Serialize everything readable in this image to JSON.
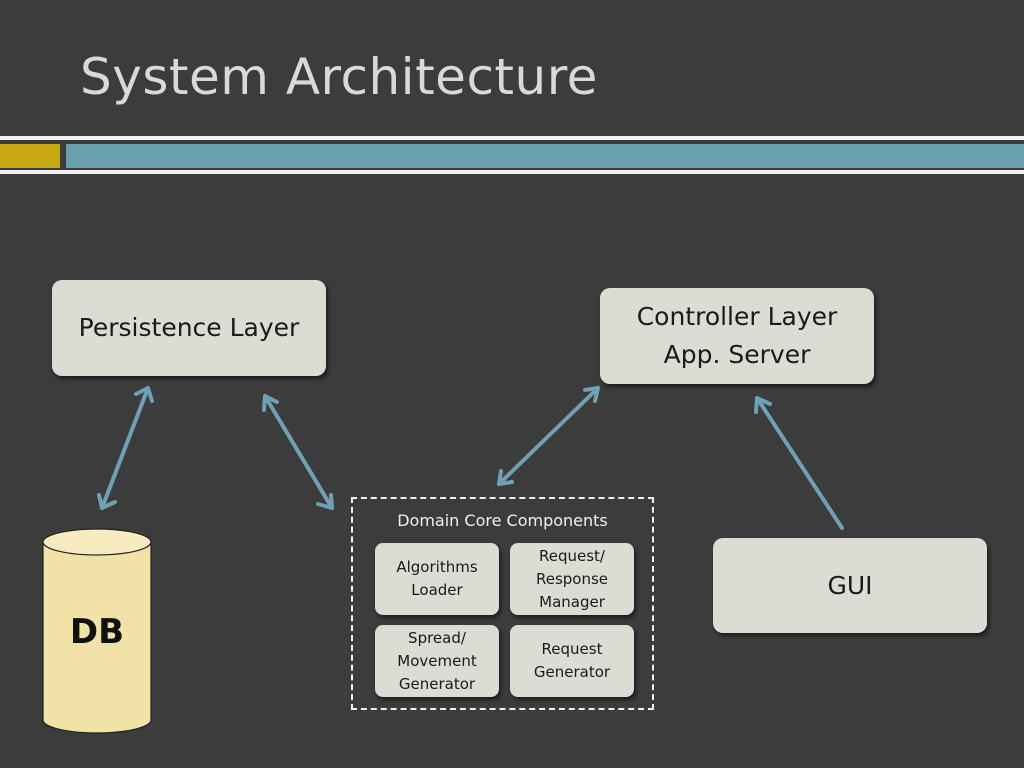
{
  "slide": {
    "title": "System Architecture"
  },
  "diagram": {
    "persistence_layer": "Persistence Layer",
    "controller_layer_line1": "Controller Layer",
    "controller_layer_line2": "App. Server",
    "gui": "GUI",
    "db": "DB",
    "domain_core": {
      "label": "Domain Core Components",
      "algorithms_loader": [
        "Algorithms",
        "Loader"
      ],
      "request_response_manager": [
        "Request/",
        "Response",
        "Manager"
      ],
      "spread_movement_generator": [
        "Spread/",
        "Movement",
        "Generator"
      ],
      "request_generator": [
        "Request",
        "Generator"
      ]
    }
  },
  "colors": {
    "background": "#3c3c3c",
    "accent_gold": "#c8a914",
    "accent_teal": "#6a9fae",
    "box_fill": "#dcdbd4",
    "db_fill": "#f1e3a7",
    "arrow": "#6fa1b4"
  }
}
